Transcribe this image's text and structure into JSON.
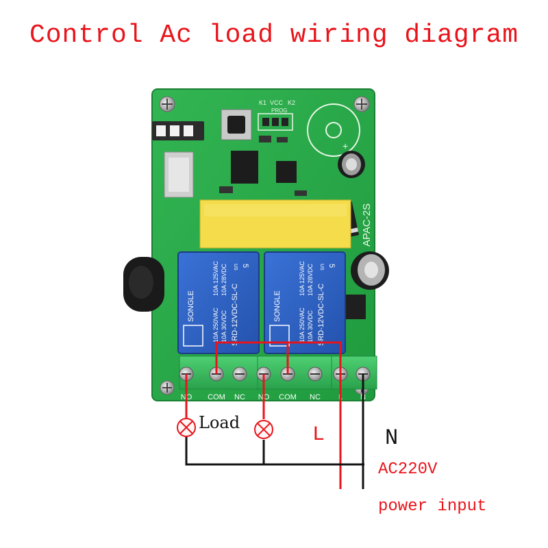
{
  "title": "Control Ac load wiring diagram",
  "board": {
    "model": "APAC-2S",
    "silk_top": [
      "K1",
      "VCC",
      "PROG",
      "K2"
    ],
    "relay": {
      "brand": "SONGLE",
      "voltage_mark": "5",
      "us_mark": "US",
      "ratings": [
        "10A 250VAC",
        "10A 125VAC",
        "10A 30VDC",
        "10A 28VDC"
      ],
      "part": "SRD-12VDC-SL-C"
    },
    "terminals": [
      "NO",
      "COM",
      "NC",
      "NO",
      "COM",
      "NC",
      "L",
      "N"
    ]
  },
  "labels": {
    "load": "Load",
    "line": "L",
    "neutral": "N",
    "voltage": "AC220V",
    "power": "power input"
  },
  "colors": {
    "title": "#e8141b",
    "pcb": "#2aa84a",
    "relay": "#2f63c4",
    "capacitor_yellow": "#f4dc4a",
    "live_wire": "#e8141b",
    "neutral_wire": "#111111"
  }
}
